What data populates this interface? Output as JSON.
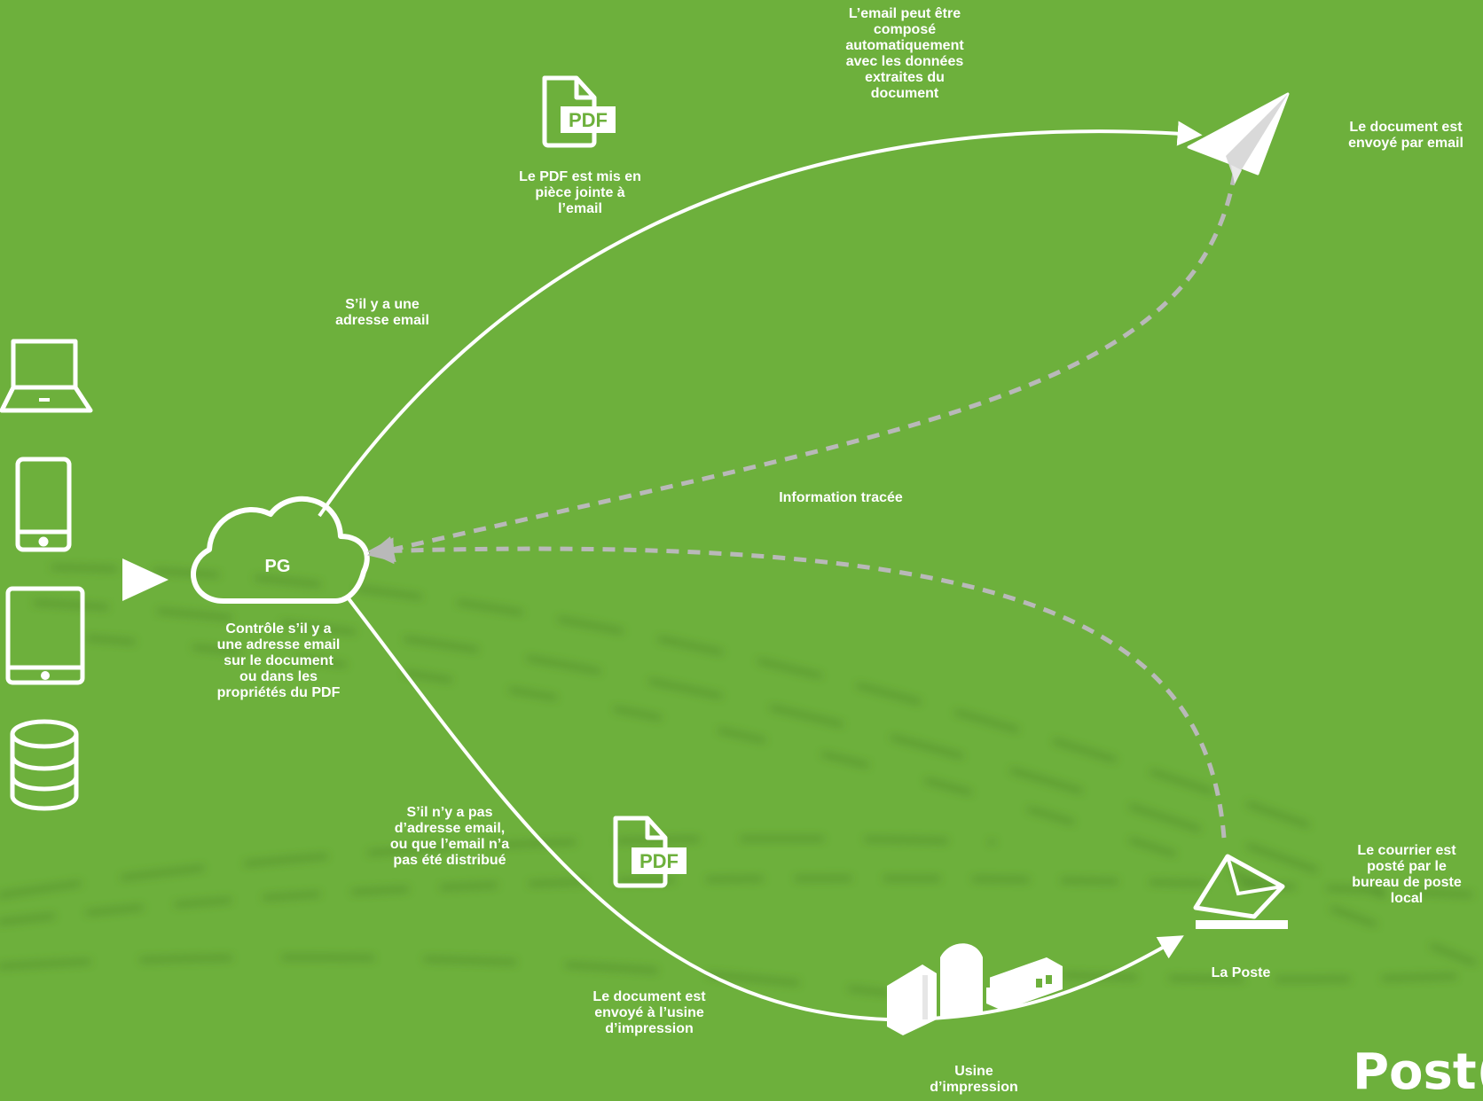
{
  "diagram": {
    "center_label": "PG",
    "cloud_caption": "Contrôle s’il y a\nune adresse email\nsur le document\nou dans les\npropriétés du PDF",
    "email_branch_label": "S’il y a une\nadresse email",
    "pdf_attachment_label": "Le PDF est mis en\npièce jointe à\nl’email",
    "email_compose_label": "L’email peut être\ncomposé\nautomatiquement\navec les données\nextraites du\ndocument",
    "email_sent_label": "Le document est\nenvoyé par email",
    "tracked_info_label": "Information tracée",
    "no_email_label": "S’il n’y a pas\nd’adresse email,\nou que l’email n’a\npas été distribué",
    "print_sent_label": "Le document est\nenvoyé à l’usine\nd’impression",
    "print_factory_label": "Usine\nd’impression",
    "post_label": "La Poste",
    "mail_posted_label": "Le courrier est\nposté par le\nbureau de poste\nlocal",
    "pdf_icon_text": "PDF",
    "logo_text": "Post("
  },
  "colors": {
    "background": "#6db03c",
    "foreground": "#ffffff",
    "tracking": "#b9b9b9"
  }
}
